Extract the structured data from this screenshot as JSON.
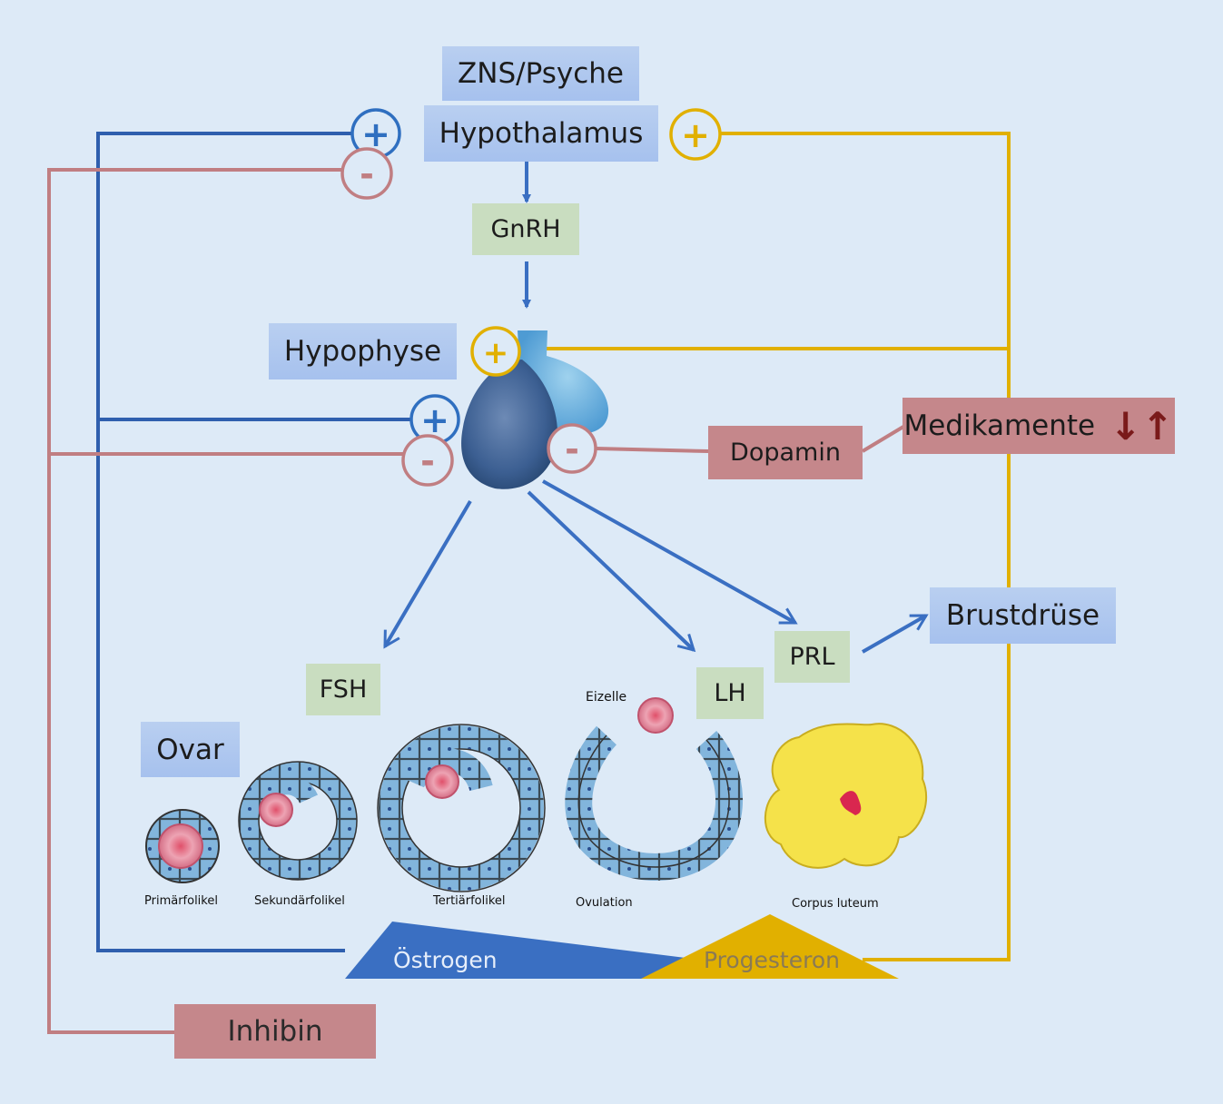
{
  "boxes": {
    "zns": "ZNS/Psyche",
    "hypothalamus": "Hypothalamus",
    "gnrh": "GnRH",
    "hypophyse": "Hypophyse",
    "dopamin": "Dopamin",
    "medikamente": "Medikamente",
    "medikamente_arrows": "↓↑",
    "fsh": "FSH",
    "lh": "LH",
    "prl": "PRL",
    "brustdruese": "Brustdrüse",
    "ovar": "Ovar",
    "inhibin": "Inhibin"
  },
  "follicle_labels": {
    "primaer": "Primärfolikel",
    "sekundaer": "Sekundärfolikel",
    "tertiaer": "Tertiärfolikel",
    "ovulation": "Ovulation",
    "corpus": "Corpus luteum",
    "eizelle": "Eizelle"
  },
  "hormones": {
    "oestrogen": "Östrogen",
    "progesteron": "Progesteron"
  },
  "signs": {
    "plus": "+",
    "minus": "-"
  },
  "colors": {
    "stimulation_blue": "#2f5fae",
    "progesterone_gold": "#e1b000",
    "inhibition_red": "#c07e82",
    "corpus_yellow": "#f5e24a"
  }
}
